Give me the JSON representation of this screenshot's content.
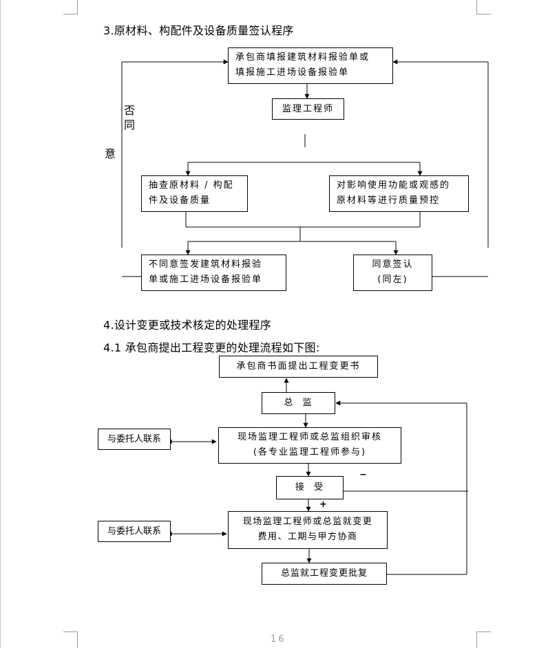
{
  "sections": {
    "s3_title": "3.原材料、构配件及设备质量签认程序",
    "s4_title": "4.设计变更或技术核定的处理程序",
    "s41_title": "4.1 承包商提出工程变更的处理流程如下图:"
  },
  "flow1": {
    "submit_line1": "承包商填报建筑材料报验单或",
    "submit_line2": "填报施工进场设备报验单",
    "supervisor": "监理工程师",
    "spot_check_line1": "抽查原材料 / 构配",
    "spot_check_line2": "件及设备质量",
    "precontrol_line1": "对影响使用功能或观感的",
    "precontrol_line2": "原材料等进行质量预控",
    "reject_line1": "不同意签发建筑材料报验",
    "reject_line2": "单或施工进场设备报验单",
    "approve_line1": "同意签认",
    "approve_line2": "(同左)",
    "disagree_char1": "否",
    "disagree_char2": "同",
    "disagree_char3": "意"
  },
  "flow2": {
    "written_change": "承包商书面提出工程变更书",
    "chief": "总  监",
    "review_line1": "现场监理工程师或总监组织审核",
    "review_line2": "(各专业监理工程师参与)",
    "contact1": "与委托人联系",
    "accept": "接  受",
    "minus": "−",
    "plus": "+",
    "negotiate_line1": "现场监理工程师或总监就变更",
    "negotiate_line2": "费用、工期与甲方协商",
    "contact2": "与委托人联系",
    "approval": "总监就工程变更批复"
  },
  "page_number": "16"
}
